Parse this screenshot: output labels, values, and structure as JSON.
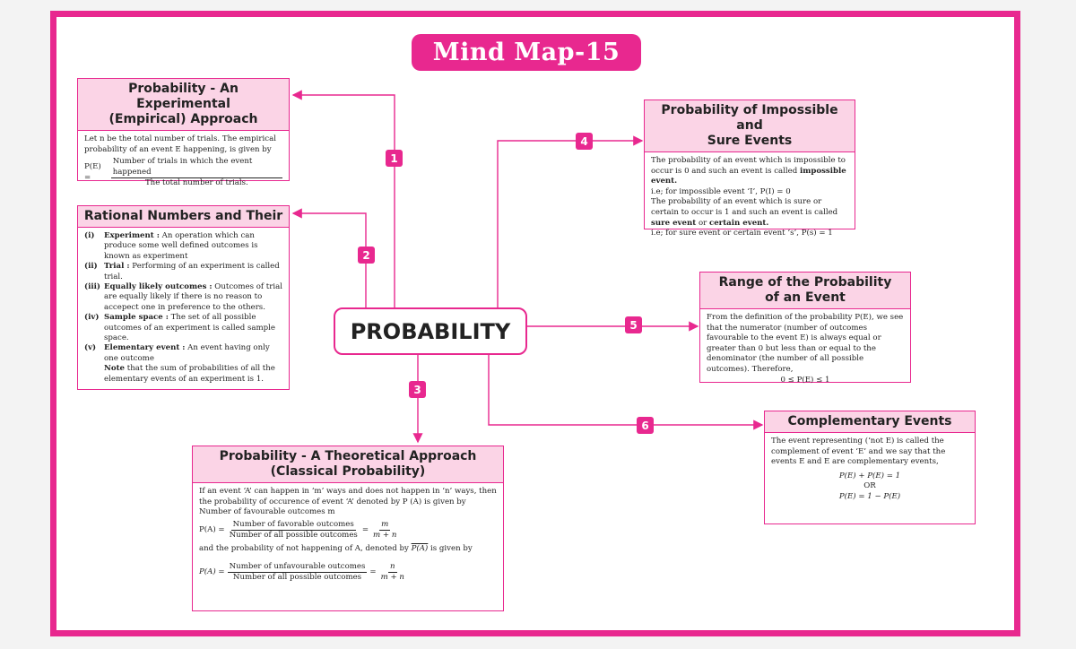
{
  "title": "Mind Map-15",
  "center": "PROBABILITY",
  "badges": [
    "1",
    "2",
    "3",
    "4",
    "5",
    "6"
  ],
  "boxes": {
    "experimental": {
      "head_line1": "Probability - An Experimental",
      "head_line2": "(Empirical) Approach",
      "text": "Let n be the total number of trials. The empirical probability of an event E happening, is given by",
      "formula_lhs": "P(E) =",
      "formula_num": "Number of trials in which the event happened",
      "formula_den": "The total number of trials."
    },
    "rational": {
      "head": "Rational Numbers and Their",
      "items": [
        {
          "mark": "(i)",
          "term": "Experiment :",
          "text": " An operation which can produce some well defined outcomes is known as experiment"
        },
        {
          "mark": "(ii)",
          "term": "Trial :",
          "text": " Performing of an experiment is called trial."
        },
        {
          "mark": "(iii)",
          "term": "Equally likely outcomes :",
          "text": " Outcomes of trial are equally likely if there is no reason to accepect one in preference to the others."
        },
        {
          "mark": "(iv)",
          "term": "Sample space :",
          "text": " The set of all possible outcomes of an experiment is called sample space."
        },
        {
          "mark": "(v)",
          "term": "Elementary event :",
          "text": " An event having only one outcome"
        }
      ],
      "note_term": "Note",
      "note_text": " that the sum of probabilities of all the elementary events of an experiment is 1."
    },
    "theoretical": {
      "head_line1": "Probability - A Theoretical Approach",
      "head_line2": "(Classical Probability)",
      "text1": "If an event ‘A’ can happen in ‘m’ ways and does not happen in ‘n’ ways, then the probability of occurence of event ‘A’ denoted by P (A) is given by",
      "text2": "Number of favourable outcomes m",
      "f1_lhs": "P(A) =",
      "f1_num": "Number of favorable outcomes",
      "f1_den": "Number of all possible outcomes",
      "f1_eq": "=",
      "f1_rnum": "m",
      "f1_rden": "m + n",
      "text3": "and the probability of not happening of A, denoted by",
      "text3_sym": "P(A)",
      "text3_end": "is given by",
      "f2_lhs": "P(A) =",
      "f2_num": "Number of unfavourable outcomes",
      "f2_den": "Number of all possible outcomes",
      "f2_eq": "=",
      "f2_rnum": "n",
      "f2_rden": "m + n"
    },
    "impossible": {
      "head_line1": "Probability of Impossible and",
      "head_line2": "Sure Events",
      "t1": "The probability of an event which is impossible to occur is 0 and such an event is called ",
      "t1_bold": "impossible event.",
      "t2": "i.e; for impossible event ‘I’, P(I) = 0",
      "t3": "The probability of an event which is sure or certain to occur is 1 and such an event is called ",
      "t3_bold": "sure event",
      "t3_mid": " or ",
      "t3_bold2": "certain event.",
      "t4": "i.e; for sure event or certain event ‘s’, P(s) = 1"
    },
    "range": {
      "head_line1": "Range of the Probability",
      "head_line2": "of an Event",
      "text": "From the definition of the probability P(E), we see that the numerator (number of outcomes favourable to the event E) is always equal or greater than 0 but less than or equal to the denominator (the number of all possible outcomes). Therefore,",
      "formula": "0 ≤ P(E) ≤ 1"
    },
    "complementary": {
      "head": "Complementary Events",
      "text": "The event representing (‘not E) is called the complement of event ‘E’ and we say that the events E and E are complementary events,",
      "f1": "P(E) + P(E) = 1",
      "or": "OR",
      "f2": "P(E) = 1 − P(E)"
    }
  },
  "colors": {
    "accent": "#e8288f",
    "head_bg": "#fbd4e6"
  }
}
